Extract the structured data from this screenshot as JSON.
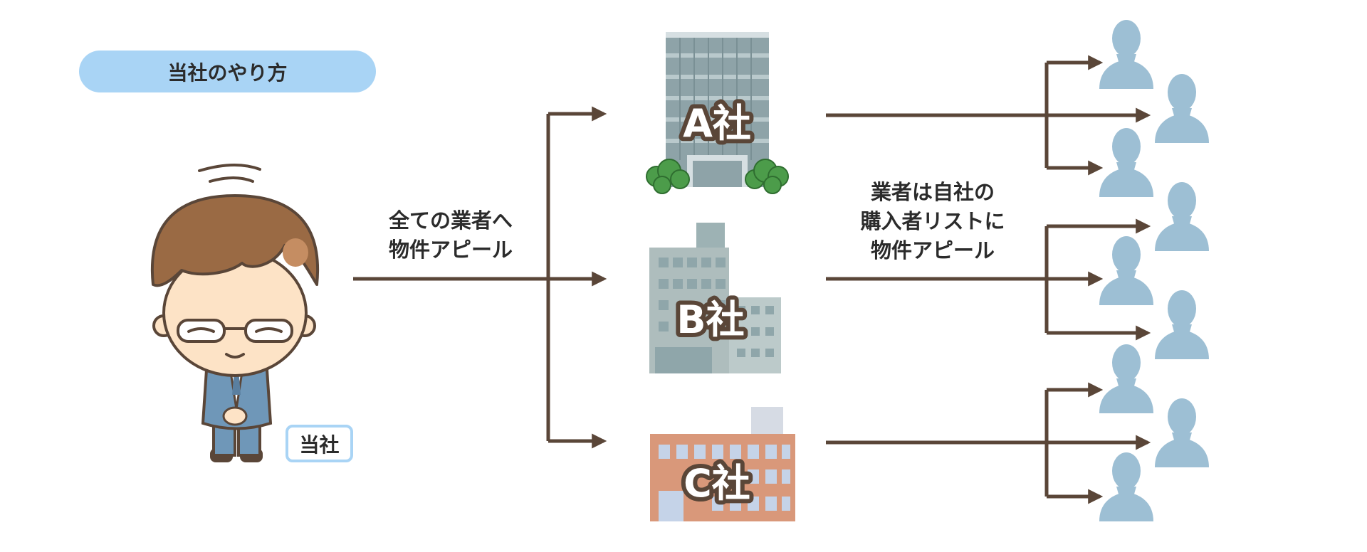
{
  "title": "当社のやり方",
  "self_label": "当社",
  "left_note": [
    "全ての業者へ",
    "物件アピール"
  ],
  "right_note": [
    "業者は自社の",
    "購入者リストに",
    "物件アピール"
  ],
  "companies": [
    "A社",
    "B社",
    "C社"
  ],
  "colors": {
    "arrow": "#5a4638",
    "pill": "#a9d4f5",
    "person_icon": "#9dbfd4",
    "building_a": "#8ea3a8",
    "building_b": "#aebdbd",
    "building_c": "#d9987a",
    "tree": "#4c9c4a"
  }
}
